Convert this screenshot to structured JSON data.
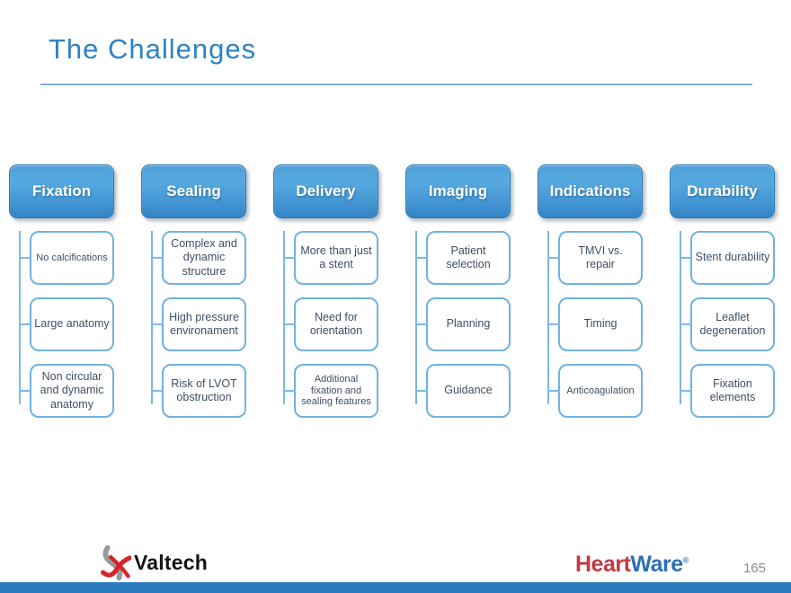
{
  "slide": {
    "title": "The Challenges",
    "page_number": "165",
    "colors": {
      "accent": "#2C83C5",
      "underline": "#86B1D8",
      "header_top": "#4C9FD9",
      "header_bottom": "#3585C6",
      "box_border": "#6FB2E0",
      "box_text": "#3E4E66",
      "connector": "#7CB9E5",
      "footer_bar": "#2A7ABF",
      "valtech_red": "#D8232A",
      "valtech_gray": "#97999B",
      "heartware_red": "#C03A44",
      "heartware_blue": "#2B6FB7"
    },
    "columns": [
      {
        "header": "Fixation",
        "items": [
          "No calcifications",
          "Large anatomy",
          "Non circular and dynamic anatomy"
        ]
      },
      {
        "header": "Sealing",
        "items": [
          "Complex and dynamic structure",
          "High pressure environament",
          "Risk of LVOT obstruction"
        ]
      },
      {
        "header": "Delivery",
        "items": [
          "More than just a stent",
          "Need for orientation",
          "Additional fixation and sealing features"
        ]
      },
      {
        "header": "Imaging",
        "items": [
          "Patient selection",
          "Planning",
          "Guidance"
        ]
      },
      {
        "header": "Indications",
        "items": [
          "TMVI vs. repair",
          "Timing",
          "Anticoagulation"
        ]
      },
      {
        "header": "Durability",
        "items": [
          "Stent durability",
          "Leaflet degeneration",
          "Fixation elements"
        ]
      }
    ],
    "footer": {
      "valtech_label": "Valtech",
      "heartware_heart": "Heart",
      "heartware_ware": "Ware",
      "heartware_reg": "®"
    },
    "icons": {
      "valtech_logo": "valtech-swirl-icon"
    }
  }
}
